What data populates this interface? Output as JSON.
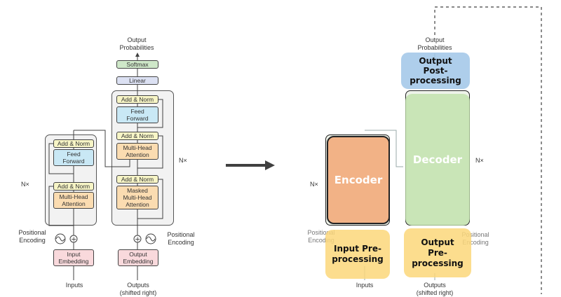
{
  "left": {
    "output_probabilities": "Output\nProbabilities",
    "softmax": "Softmax",
    "linear": "Linear",
    "add_norm": "Add & Norm",
    "feed_forward": "Feed\nForward",
    "multi_head_attention": "Multi-Head\nAttention",
    "masked_multi_head_attention": "Masked\nMulti-Head\nAttention",
    "nx": "N×",
    "positional_encoding": "Positional\nEncoding",
    "input_embedding": "Input\nEmbedding",
    "output_embedding": "Output\nEmbedding",
    "inputs": "Inputs",
    "outputs": "Outputs\n(shifted right)"
  },
  "right": {
    "output_probabilities": "Output\nProbabilities",
    "output_postprocessing": "Output\nPost-\nprocessing",
    "encoder": "Encoder",
    "decoder": "Decoder",
    "input_preprocessing": "Input Pre-\nprocessing",
    "output_preprocessing": "Output\nPre-\nprocessing",
    "nx": "N×",
    "positional_encoding_left": "Positional\nEncoding",
    "positional_encoding_right": "Positional\nEncoding",
    "inputs": "Inputs",
    "outputs": "Outputs\n(shifted right)"
  },
  "colors": {
    "encoder_overlay": "#f3a877",
    "decoder_overlay": "#bfe0a8",
    "post_overlay": "#b5d3ec",
    "pre_overlay": "#fbd77a",
    "arrow": "#404040"
  }
}
